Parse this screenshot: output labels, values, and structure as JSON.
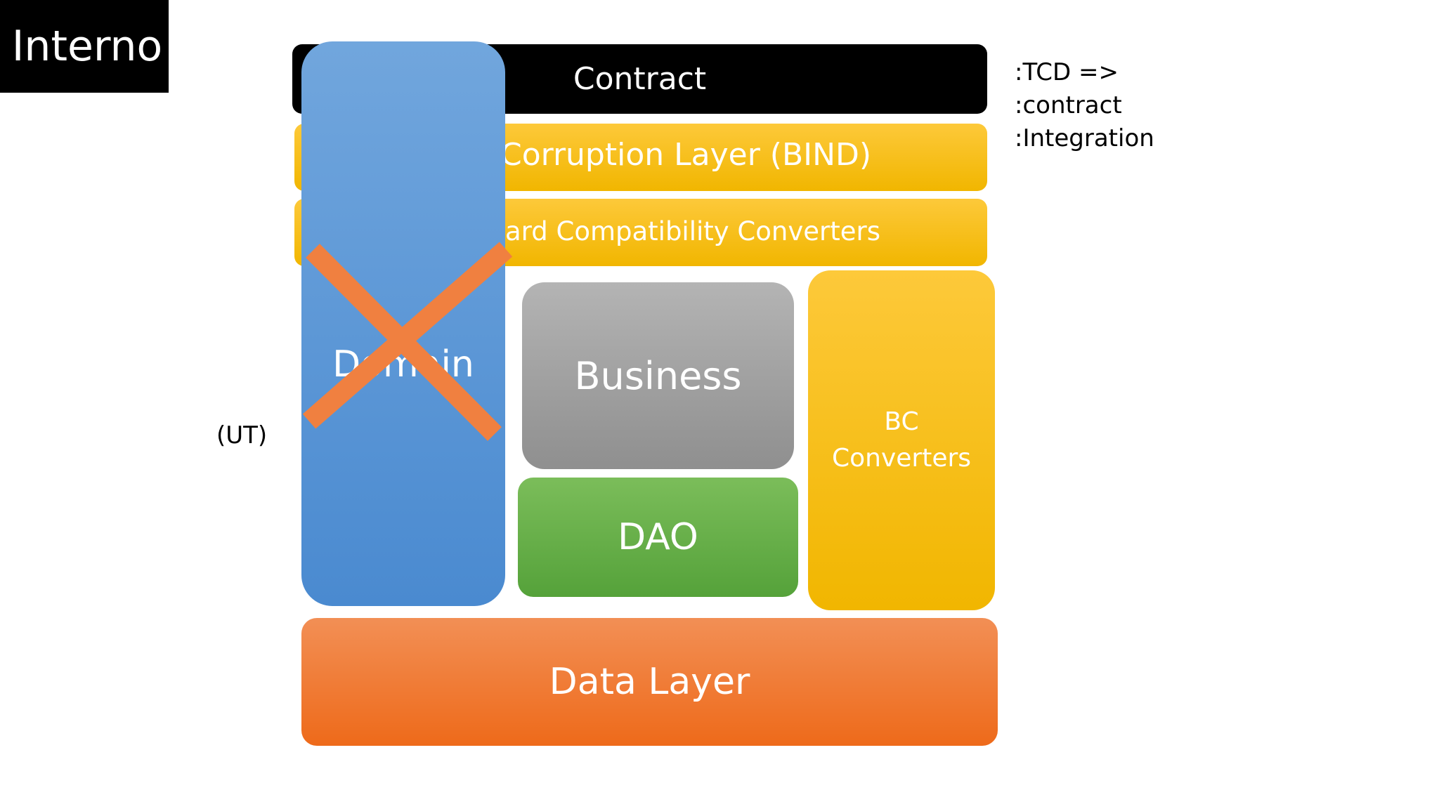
{
  "slide_label": "Interno",
  "layers": {
    "contract": "Contract",
    "anti_corruption": "Corruption Layer (BIND)",
    "backward_compat": "ard Compatibility Converters",
    "domain": "Domain",
    "business": "Business",
    "dao": "DAO",
    "bc_converters_line1": "BC",
    "bc_converters_line2": "Converters",
    "data_layer": "Data Layer"
  },
  "side_label": "(UT)",
  "notes": [
    ":TCD =>",
    ":contract",
    ":Integration"
  ],
  "colors": {
    "black": "#000000",
    "yellow": "#f8c21a",
    "blue": "#5b9ad6",
    "gray": "#a3a3a3",
    "green": "#69b04a",
    "orange": "#f07b30",
    "cross": "#f08040"
  },
  "domain_crossed_out": true
}
